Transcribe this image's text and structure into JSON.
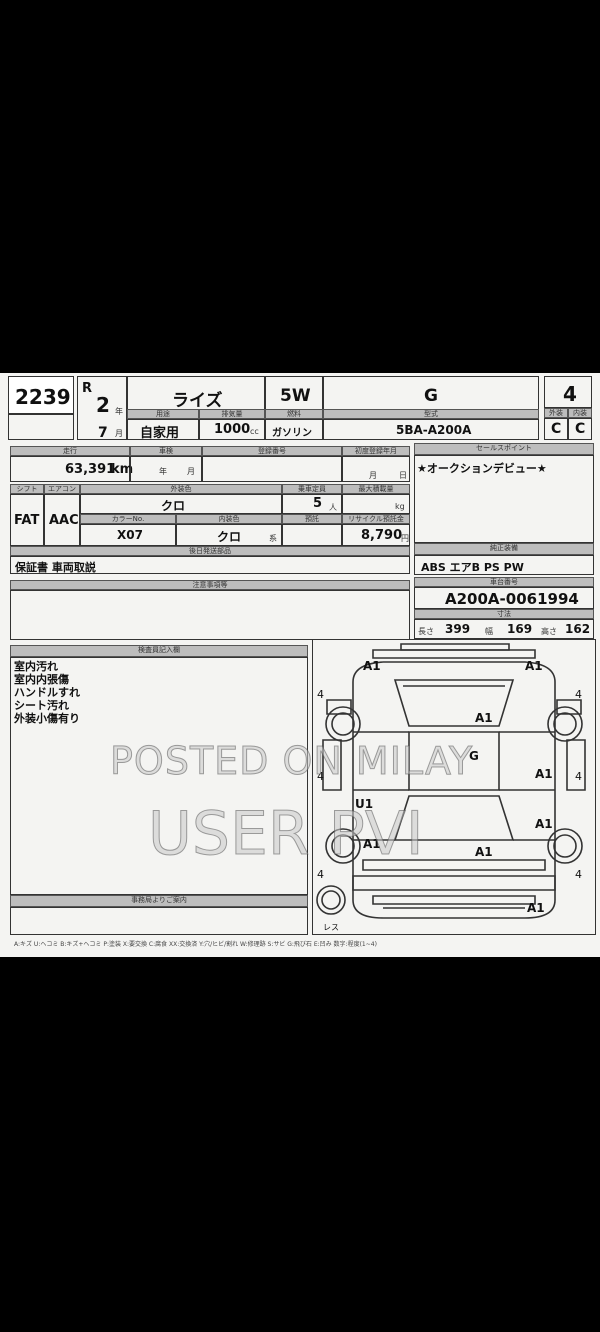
{
  "header": {
    "lot_no": "2239",
    "era": "R",
    "year": "2",
    "year_unit": "年",
    "month": "7",
    "month_unit": "月",
    "car_name": "ライズ",
    "shift_code": "5W",
    "grade": "G",
    "score": "4",
    "usage_label": "用途",
    "usage": "自家用",
    "cc_label": "排気量",
    "displacement": "1000",
    "cc_unit": "cc",
    "fuel_label": "燃料",
    "fuel": "ガソリン",
    "model_label": "型式",
    "model": "5BA-A200A",
    "exterior_label": "外装",
    "interior_label": "内装",
    "exterior_grade": "C",
    "interior_grade": "C"
  },
  "specs": {
    "mileage_label": "走行",
    "mileage": "63,391",
    "mileage_unit": "km",
    "inspection_label": "車検",
    "inspection_year_unit": "年",
    "inspection_month_unit": "月",
    "regno_label": "登録番号",
    "first_reg_label": "初度登録年月",
    "first_reg_month_unit": "月",
    "first_reg_day_unit": "日",
    "shift_label": "シフト",
    "shift": "FAT",
    "ac_label": "エアコン",
    "ac": "AAC",
    "exterior_color_label": "外装色",
    "exterior_color": "クロ",
    "capacity_label": "乗車定員",
    "capacity": "5",
    "capacity_unit": "人",
    "loadmax_label": "最大積載量",
    "load_unit": "kg",
    "color_no_label": "カラーNo.",
    "color_no": "X07",
    "interior_color_label": "内装色",
    "interior_color": "クロ",
    "interior_color_unit": "系",
    "recycle_deposit_label": "預託",
    "recycle_label": "リサイクル預託金",
    "recycle_amount": "8,790",
    "recycle_unit": "円",
    "docs_label": "後日発送部品",
    "docs": "保証書 車両取説",
    "notice_label": "注意事項等"
  },
  "sales_point": {
    "label": "セールスポイント",
    "text": "★オークションデビュー★"
  },
  "equipment": {
    "label": "純正装備",
    "items": "ABS エアB PS PW",
    "chassis_label": "車台番号",
    "chassis": "A200A-0061994",
    "size_label": "寸法",
    "length_label": "長さ",
    "length": "399",
    "width_label": "幅",
    "width": "169",
    "height_label": "高さ",
    "height": "162"
  },
  "inspector_notes": {
    "label": "検査員記入欄",
    "lines": [
      "室内汚れ",
      "室内内張傷",
      "ハンドルすれ",
      "シート汚れ",
      "外装小傷有り"
    ],
    "office_label": "事務局よりご案内"
  },
  "footer_legend": "A:キズ U:ヘコミ B:キズ+ヘコミ P:塗装 X:要交換 C:腐食 XX:交換済 Y:穴/ヒビ/割れ W:修理跡 S:サビ G:飛び石 E:凹み 数字:程度(1~4)",
  "diagram": {
    "marks": {
      "front_left": "A1",
      "front_right": "A1",
      "bonnet": "A1",
      "right_front_door": "A1",
      "left_front_door": "U1",
      "right_rear_door": "A1",
      "left_rear_door": "A1",
      "roof": "A1",
      "rear": "A1",
      "g_mark": "G"
    },
    "tire_4": "4",
    "label_res": "レス"
  },
  "watermark": {
    "line1": "POSTED ON MILAY",
    "line2": "USER PVI"
  }
}
